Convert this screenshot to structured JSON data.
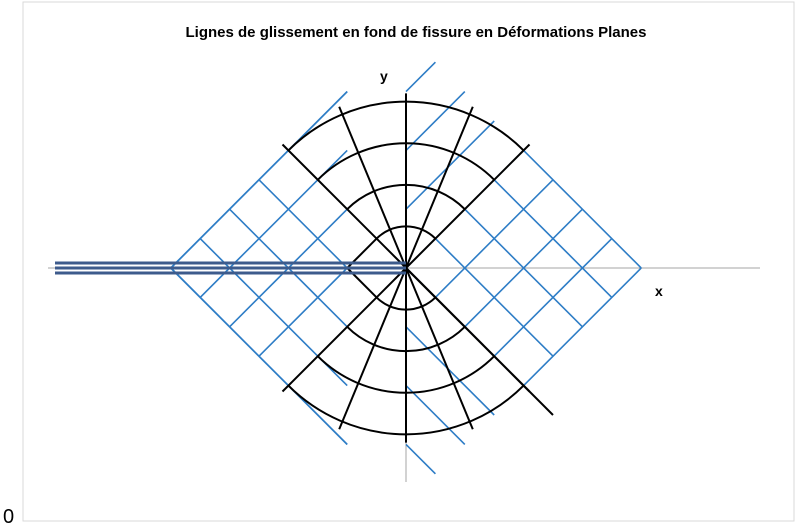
{
  "diagram": {
    "title": "Lignes de glissement en fond de fissure en Déformations Planes",
    "x_label": "x",
    "y_label": "y",
    "origin_label": "0"
  },
  "colors": {
    "blue_lines": "#2e7dc6",
    "black_lines": "#000000",
    "crack": "#3d5b8c",
    "axes": "#a6a6a6",
    "frame": "#d9d9d9"
  }
}
